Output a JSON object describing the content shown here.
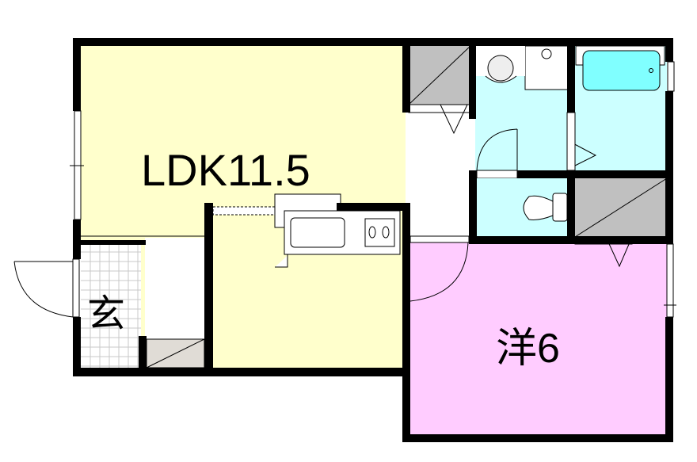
{
  "rooms": {
    "ldk": {
      "label": "LDK11.5",
      "color": "#ffffcc"
    },
    "western": {
      "label": "洋6",
      "color": "#ffccff"
    },
    "entrance": {
      "label": "玄"
    },
    "wet_color": "#ccffff",
    "closet_color": "#c0c0c0",
    "bathtub_color": "#80ffff"
  }
}
